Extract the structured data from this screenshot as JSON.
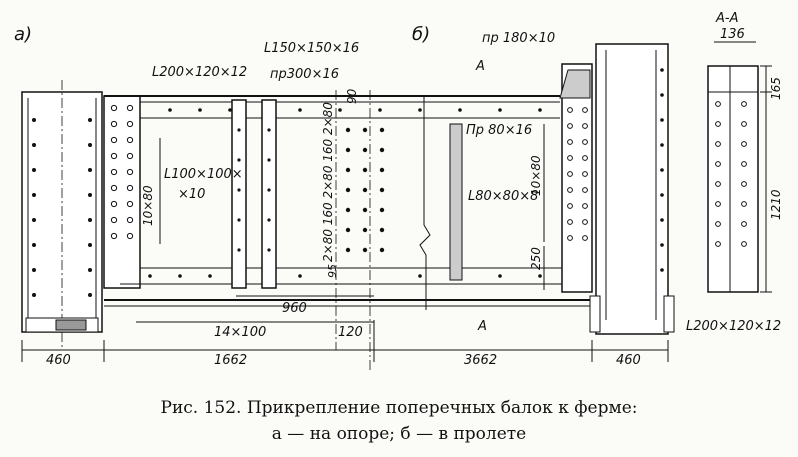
{
  "figure": {
    "label_a": "а)",
    "label_b": "б)",
    "section_label": "А-А",
    "section_scale": "136",
    "section_mark": "А",
    "labels": {
      "angle_200x120x12_top": "L200×120×12",
      "angle_150": "L150×150×16",
      "plate_300": "пр300×16",
      "plate_180": "пр 180×10",
      "plate_80": "Пр 80×16",
      "angle_100": "L100×100×",
      "angle_100_b": "×10",
      "angle_80": "L80×80×8",
      "angle_200x120x12_bottom": "L200×120×12",
      "dim_10x80_left": "10×80",
      "dim_10x80_right": "10×80",
      "dim_90": "90",
      "dim_250": "250",
      "dim_95": "95",
      "dim_960": "960",
      "dim_14x100": "14×100",
      "dim_120": "120",
      "dim_460_left": "460",
      "dim_1662": "1662",
      "dim_3662": "3662",
      "dim_460_right": "460",
      "dim_165": "165",
      "dim_1210": "1210",
      "vertical_pitch": "2×80 160 2×80 160 2×80"
    }
  },
  "caption": {
    "line1": "Рис. 152. Прикрепление поперечных балок к ферме:",
    "line2": "а — на опоре; б — в пролете"
  }
}
